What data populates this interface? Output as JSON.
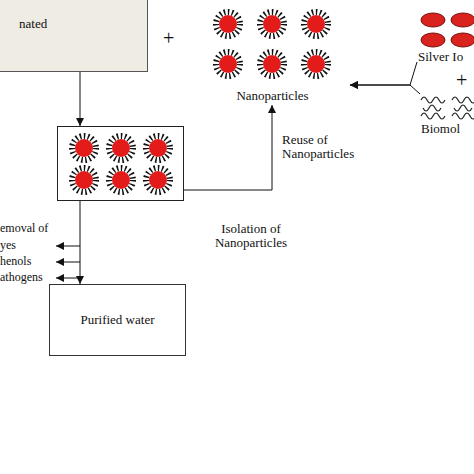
{
  "diagram": {
    "nodes": [
      {
        "text": [
          "nated"
        ]
      },
      {
        "text": [
          "Nanoparticles"
        ]
      },
      {
        "text": [
          "Silver Io"
        ]
      },
      {
        "text": [
          "Biomol"
        ]
      },
      {
        "text": []
      },
      {
        "text": [
          "Purified water"
        ]
      }
    ],
    "edges": [
      {
        "from": 0,
        "to": 4,
        "arrow": "to"
      },
      {
        "from": 4,
        "to": 5,
        "arrow": "to"
      },
      {
        "from": 4,
        "to": 1,
        "arrow": "to",
        "label": "Isolation of Nanoparticles"
      },
      {
        "from": 2,
        "to": 1,
        "arrow": "to"
      },
      {
        "from": 3,
        "to": 1,
        "arrow": "to"
      }
    ],
    "labels": [
      "+",
      "+",
      "Reuse of Nanoparticles",
      "emoval of",
      "yes",
      "henols",
      "athogens"
    ]
  }
}
